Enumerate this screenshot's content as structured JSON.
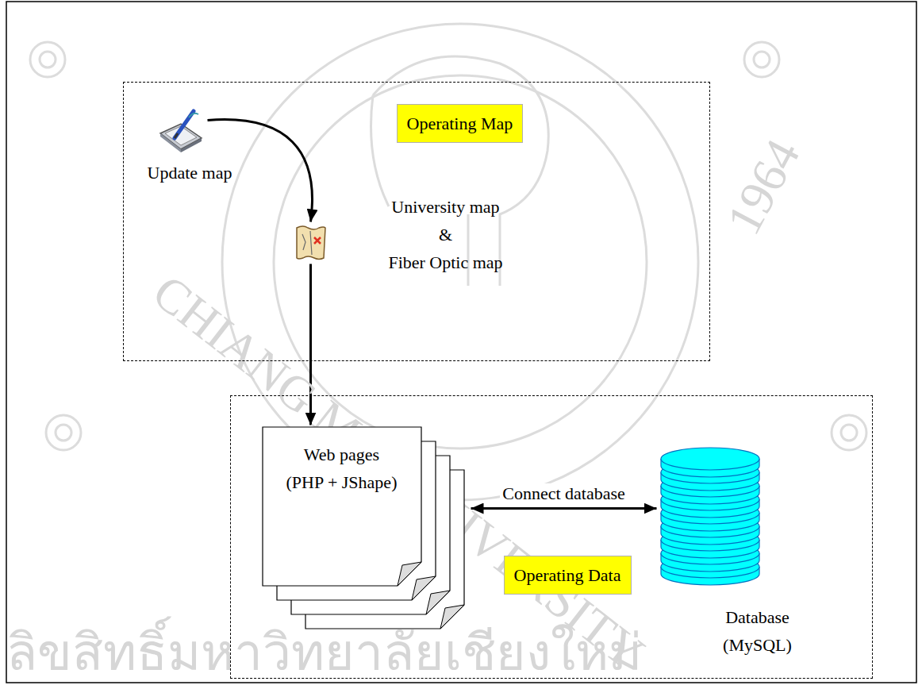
{
  "diagram": {
    "nodes": [
      {
        "text": []
      },
      {
        "text": [
          "Update map"
        ],
        "in": 0
      },
      {
        "text": [
          "University map & Fiber Optic map"
        ],
        "in": 0
      },
      {
        "text": [
          "Operating Map"
        ],
        "in": 0
      },
      {
        "text": []
      },
      {
        "text": [
          "Web pages (PHP + JShape)"
        ],
        "in": 4
      },
      {
        "text": [
          "Database (MySQL)"
        ],
        "in": 4
      },
      {
        "text": [
          "Operating Data"
        ],
        "in": 4
      }
    ],
    "edges": [
      {
        "from": 1,
        "to": 2,
        "arrow": "to"
      },
      {
        "from": 2,
        "to": 5,
        "arrow": "to"
      },
      {
        "from": 5,
        "to": 6,
        "label": "Connect database",
        "arrow": "both"
      }
    ],
    "labels": [
      "CHIANG MAI UNIVERSITY",
      "1964",
      "ลิขสิทธิ์มหาวิทยาลัยเชียงใหม่"
    ]
  }
}
